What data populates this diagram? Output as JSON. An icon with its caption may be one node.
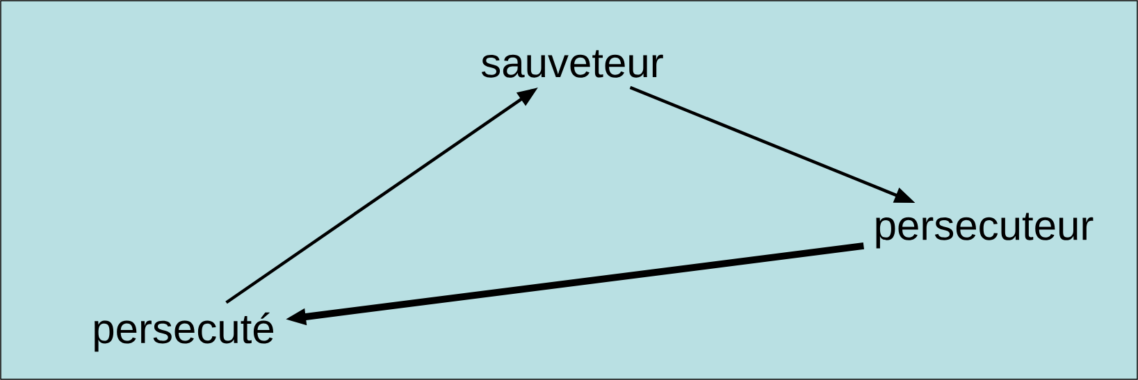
{
  "diagram": {
    "nodes": [
      {
        "text": [
          "sauveteur"
        ]
      },
      {
        "text": [
          "persecuteur"
        ]
      },
      {
        "text": [
          "persecuté"
        ]
      }
    ],
    "edges": [
      {
        "from": 2,
        "to": 0,
        "arrow": "to"
      },
      {
        "from": 0,
        "to": 1,
        "arrow": "to"
      },
      {
        "from": 1,
        "to": 2,
        "arrow": "to",
        "style": "thick"
      }
    ]
  }
}
